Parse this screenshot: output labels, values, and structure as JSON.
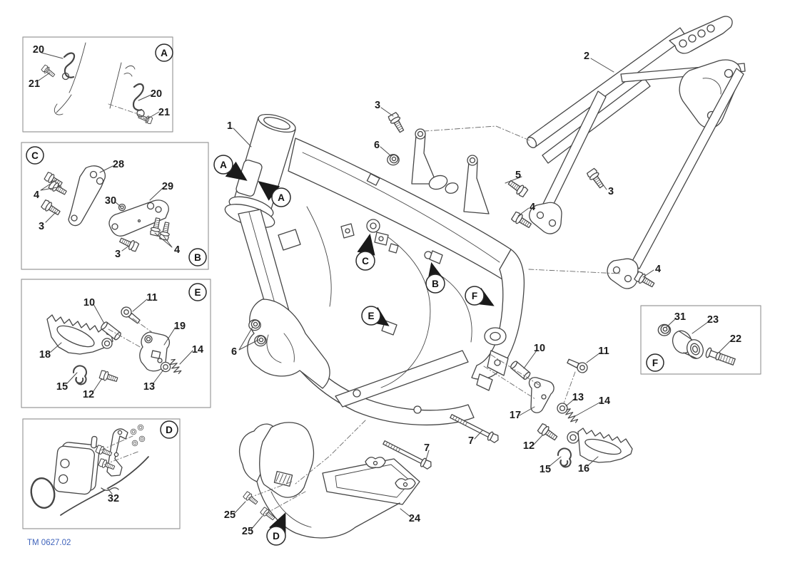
{
  "footer": {
    "code": "TM 0627.02"
  },
  "palette": {
    "line": "#454545",
    "label": "#1c1c1c",
    "box_border": "#9b9b9b",
    "accent_blue": "#3f63bb",
    "background": "#ffffff"
  },
  "part_labels": [
    {
      "text": "20"
    },
    {
      "text": "21"
    },
    {
      "text": "20"
    },
    {
      "text": "21"
    },
    {
      "text": "28"
    },
    {
      "text": "4"
    },
    {
      "text": "3"
    },
    {
      "text": "30"
    },
    {
      "text": "29"
    },
    {
      "text": "3"
    },
    {
      "text": "4"
    },
    {
      "text": "10"
    },
    {
      "text": "11"
    },
    {
      "text": "19"
    },
    {
      "text": "14"
    },
    {
      "text": "18"
    },
    {
      "text": "15"
    },
    {
      "text": "12"
    },
    {
      "text": "13"
    },
    {
      "text": "32"
    },
    {
      "text": "31"
    },
    {
      "text": "23"
    },
    {
      "text": "22"
    },
    {
      "text": "1"
    },
    {
      "text": "3"
    },
    {
      "text": "6"
    },
    {
      "text": "2"
    },
    {
      "text": "5"
    },
    {
      "text": "3"
    },
    {
      "text": "4"
    },
    {
      "text": "4"
    },
    {
      "text": "6"
    },
    {
      "text": "10"
    },
    {
      "text": "11"
    },
    {
      "text": "13"
    },
    {
      "text": "14"
    },
    {
      "text": "17"
    },
    {
      "text": "7"
    },
    {
      "text": "12"
    },
    {
      "text": "15"
    },
    {
      "text": "16"
    },
    {
      "text": "7"
    },
    {
      "text": "24"
    },
    {
      "text": "25"
    },
    {
      "text": "25"
    }
  ],
  "view_markers": [
    {
      "letter": "A"
    },
    {
      "letter": "A"
    },
    {
      "letter": "C"
    },
    {
      "letter": "B"
    },
    {
      "letter": "E"
    },
    {
      "letter": "F"
    },
    {
      "letter": "D"
    }
  ],
  "box_markers": [
    {
      "letter": "A"
    },
    {
      "letter": "C"
    },
    {
      "letter": "B"
    },
    {
      "letter": "E"
    },
    {
      "letter": "D"
    },
    {
      "letter": "F"
    }
  ]
}
